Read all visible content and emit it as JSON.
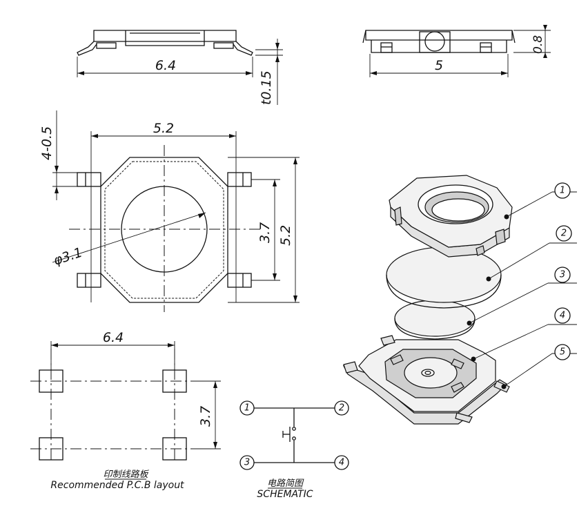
{
  "dimensions": {
    "side_width": "6.4",
    "thickness": "t0.15",
    "end_width": "5",
    "height": "0.8",
    "pin_width": "4-0.5",
    "body_width": "5.2",
    "body_height": "5.2",
    "pin_pitch": "3.7",
    "button_diameter": "φ3.1",
    "pcb_width": "6.4",
    "pcb_pitch": "3.7"
  },
  "exploded_view": {
    "parts": [
      "1",
      "2",
      "3",
      "4",
      "5"
    ]
  },
  "schematic": {
    "pins": [
      "1",
      "2",
      "3",
      "4"
    ],
    "title_cn": "电路简图",
    "title_en": "SCHEMATIC"
  },
  "pcb_layout": {
    "title_cn": "印制线路板",
    "title_en": "Recommended P.C.B layout"
  },
  "colors": {
    "line": "#111111",
    "background": "#ffffff"
  }
}
